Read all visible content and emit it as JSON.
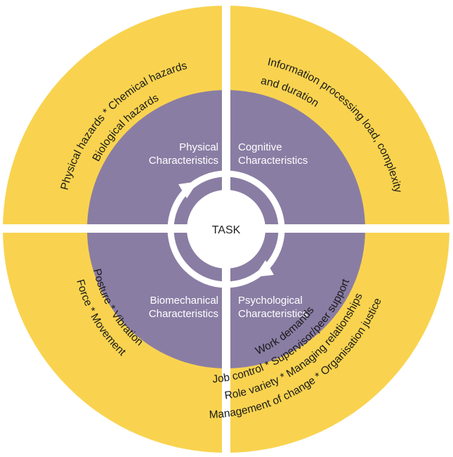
{
  "colors": {
    "outer_ring": "#f9d34f",
    "inner_circle": "#8a7da4",
    "divider": "#ffffff",
    "cycle_ring": "#ffffff"
  },
  "center": {
    "label": "TASK"
  },
  "quadrants": {
    "physical": {
      "line1": "Physical",
      "line2": "Characteristics",
      "outer_line1": "Physical hazards * Chemical hazards",
      "outer_line2": "Biological hazards"
    },
    "cognitive": {
      "line1": "Cognitive",
      "line2": "Characteristics",
      "outer_line1": "Information processing load, complexity",
      "outer_line2": "and duration"
    },
    "biomechanical": {
      "line1": "Biomechanical",
      "line2": "Characteristics",
      "outer_line1": "Force * Movement",
      "outer_line2": "Posture * Vibration"
    },
    "psychological": {
      "line1": "Psychological",
      "line2": "Characteristics",
      "outer_line1": "Work demands",
      "outer_line2": "Job control * Supervisor/peer support",
      "outer_line3": "Role variety * Managing relationships",
      "outer_line4": "Management of change * Organisation justice"
    }
  }
}
